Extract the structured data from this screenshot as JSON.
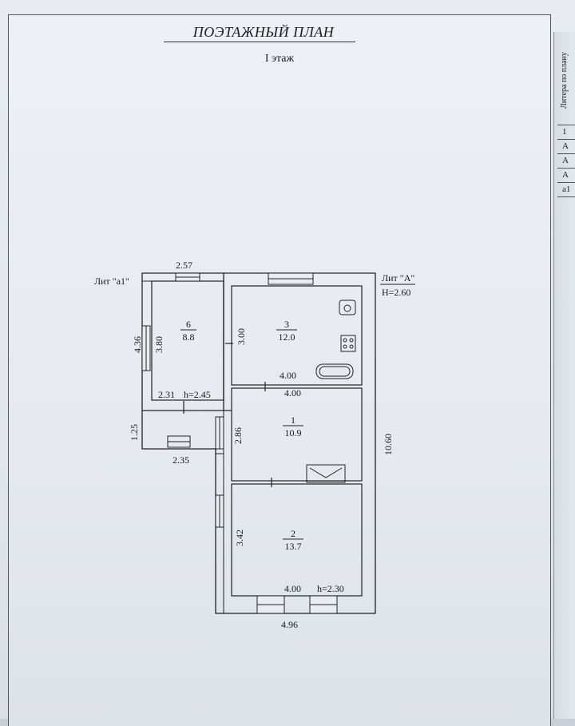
{
  "document": {
    "title": "ПОЭТАЖНЫЙ ПЛАН",
    "floor": "I этаж"
  },
  "side_table": {
    "header": "Литера по плану",
    "rows": [
      "1",
      "А",
      "А",
      "А",
      "а1"
    ]
  },
  "plan": {
    "lit_a1": "Лит \"а1\"",
    "lit_a": "Лит \"А\"",
    "height_a": "H=2.60",
    "rooms": [
      {
        "number": "6",
        "area": "8.8"
      },
      {
        "number": "3",
        "area": "12.0"
      },
      {
        "number": "1",
        "area": "10.9"
      },
      {
        "number": "2",
        "area": "13.7"
      }
    ],
    "dimensions": {
      "top_a1": "2.57",
      "left_outer_a1": "4.36",
      "left_inner_a1": "3.80",
      "bottom_a1": "2.31",
      "h_a1": "h=2.45",
      "room3_left": "3.00",
      "room3_bottom": "4.00",
      "room1_top": "4.00",
      "porch_height": "1.25",
      "porch_width": "2.35",
      "room1_left": "2.86",
      "total_right": "10.60",
      "room2_left": "3.42",
      "room2_bottom": "4.00",
      "h_a": "h=2.30",
      "total_bottom": "4.96"
    }
  }
}
